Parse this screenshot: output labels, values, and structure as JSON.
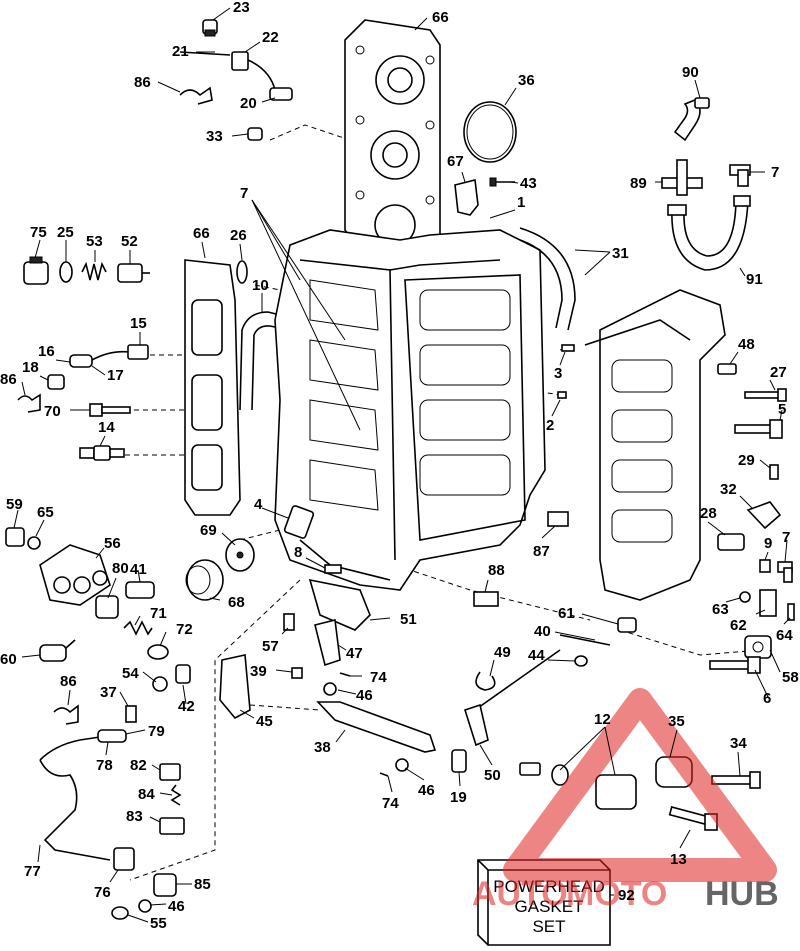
{
  "callouts": [
    {
      "id": "c23",
      "text": "23"
    },
    {
      "id": "c21",
      "text": "21"
    },
    {
      "id": "c22",
      "text": "22"
    },
    {
      "id": "c86a",
      "text": "86"
    },
    {
      "id": "c20",
      "text": "20"
    },
    {
      "id": "c33",
      "text": "33"
    },
    {
      "id": "c66a",
      "text": "66"
    },
    {
      "id": "c36",
      "text": "36"
    },
    {
      "id": "c90",
      "text": "90"
    },
    {
      "id": "c67",
      "text": "67"
    },
    {
      "id": "c43",
      "text": "43"
    },
    {
      "id": "c89",
      "text": "89"
    },
    {
      "id": "c7a",
      "text": "7"
    },
    {
      "id": "c7b",
      "text": "7"
    },
    {
      "id": "c1",
      "text": "1"
    },
    {
      "id": "c31",
      "text": "31"
    },
    {
      "id": "c91",
      "text": "91"
    },
    {
      "id": "c75",
      "text": "75"
    },
    {
      "id": "c25",
      "text": "25"
    },
    {
      "id": "c53",
      "text": "53"
    },
    {
      "id": "c52",
      "text": "52"
    },
    {
      "id": "c66b",
      "text": "66"
    },
    {
      "id": "c26",
      "text": "26"
    },
    {
      "id": "c10",
      "text": "10"
    },
    {
      "id": "c15",
      "text": "15"
    },
    {
      "id": "c16",
      "text": "16"
    },
    {
      "id": "c18",
      "text": "18"
    },
    {
      "id": "c17",
      "text": "17"
    },
    {
      "id": "c86b",
      "text": "86"
    },
    {
      "id": "c70",
      "text": "70"
    },
    {
      "id": "c14",
      "text": "14"
    },
    {
      "id": "c48",
      "text": "48"
    },
    {
      "id": "c27",
      "text": "27"
    },
    {
      "id": "c3",
      "text": "3"
    },
    {
      "id": "c5",
      "text": "5"
    },
    {
      "id": "c2",
      "text": "2"
    },
    {
      "id": "c29",
      "text": "29"
    },
    {
      "id": "c59",
      "text": "59"
    },
    {
      "id": "c65",
      "text": "65"
    },
    {
      "id": "c4",
      "text": "4"
    },
    {
      "id": "c32",
      "text": "32"
    },
    {
      "id": "c28",
      "text": "28"
    },
    {
      "id": "c56",
      "text": "56"
    },
    {
      "id": "c69",
      "text": "69"
    },
    {
      "id": "c8",
      "text": "8"
    },
    {
      "id": "c9",
      "text": "9"
    },
    {
      "id": "c7c",
      "text": "7"
    },
    {
      "id": "c87",
      "text": "87"
    },
    {
      "id": "c41",
      "text": "41"
    },
    {
      "id": "c80",
      "text": "80"
    },
    {
      "id": "c68",
      "text": "68"
    },
    {
      "id": "c88",
      "text": "88"
    },
    {
      "id": "c63",
      "text": "63"
    },
    {
      "id": "c61",
      "text": "61"
    },
    {
      "id": "c62",
      "text": "62"
    },
    {
      "id": "c64",
      "text": "64"
    },
    {
      "id": "c51",
      "text": "51"
    },
    {
      "id": "c71",
      "text": "71"
    },
    {
      "id": "c72",
      "text": "72"
    },
    {
      "id": "c60",
      "text": "60"
    },
    {
      "id": "c57",
      "text": "57"
    },
    {
      "id": "c40",
      "text": "40"
    },
    {
      "id": "c47",
      "text": "47"
    },
    {
      "id": "c49",
      "text": "49"
    },
    {
      "id": "c44",
      "text": "44"
    },
    {
      "id": "c58",
      "text": "58"
    },
    {
      "id": "c54",
      "text": "54"
    },
    {
      "id": "c39",
      "text": "39"
    },
    {
      "id": "c74a",
      "text": "74"
    },
    {
      "id": "c86c",
      "text": "86"
    },
    {
      "id": "c42",
      "text": "42"
    },
    {
      "id": "c46a",
      "text": "46"
    },
    {
      "id": "c6",
      "text": "6"
    },
    {
      "id": "c37",
      "text": "37"
    },
    {
      "id": "c45",
      "text": "45"
    },
    {
      "id": "c79",
      "text": "79"
    },
    {
      "id": "c12",
      "text": "12"
    },
    {
      "id": "c35",
      "text": "35"
    },
    {
      "id": "c38",
      "text": "38"
    },
    {
      "id": "c34",
      "text": "34"
    },
    {
      "id": "c50",
      "text": "50"
    },
    {
      "id": "c78",
      "text": "78"
    },
    {
      "id": "c82",
      "text": "82"
    },
    {
      "id": "c84",
      "text": "84"
    },
    {
      "id": "c74b",
      "text": "74"
    },
    {
      "id": "c46b",
      "text": "46"
    },
    {
      "id": "c19",
      "text": "19"
    },
    {
      "id": "c83",
      "text": "83"
    },
    {
      "id": "c13",
      "text": "13"
    },
    {
      "id": "c77",
      "text": "77"
    },
    {
      "id": "c76",
      "text": "76"
    },
    {
      "id": "c85",
      "text": "85"
    },
    {
      "id": "c46c",
      "text": "46"
    },
    {
      "id": "c55",
      "text": "55"
    },
    {
      "id": "c92",
      "text": "92"
    }
  ],
  "gasket_set": {
    "line1": "POWERHEAD",
    "line2": "GASKET",
    "line3": "SET"
  },
  "watermark": {
    "part1": "AUTO",
    "part2": "MOTO",
    "part3": "HUB",
    "color_red": "#e02020",
    "color_gray": "#555555"
  }
}
